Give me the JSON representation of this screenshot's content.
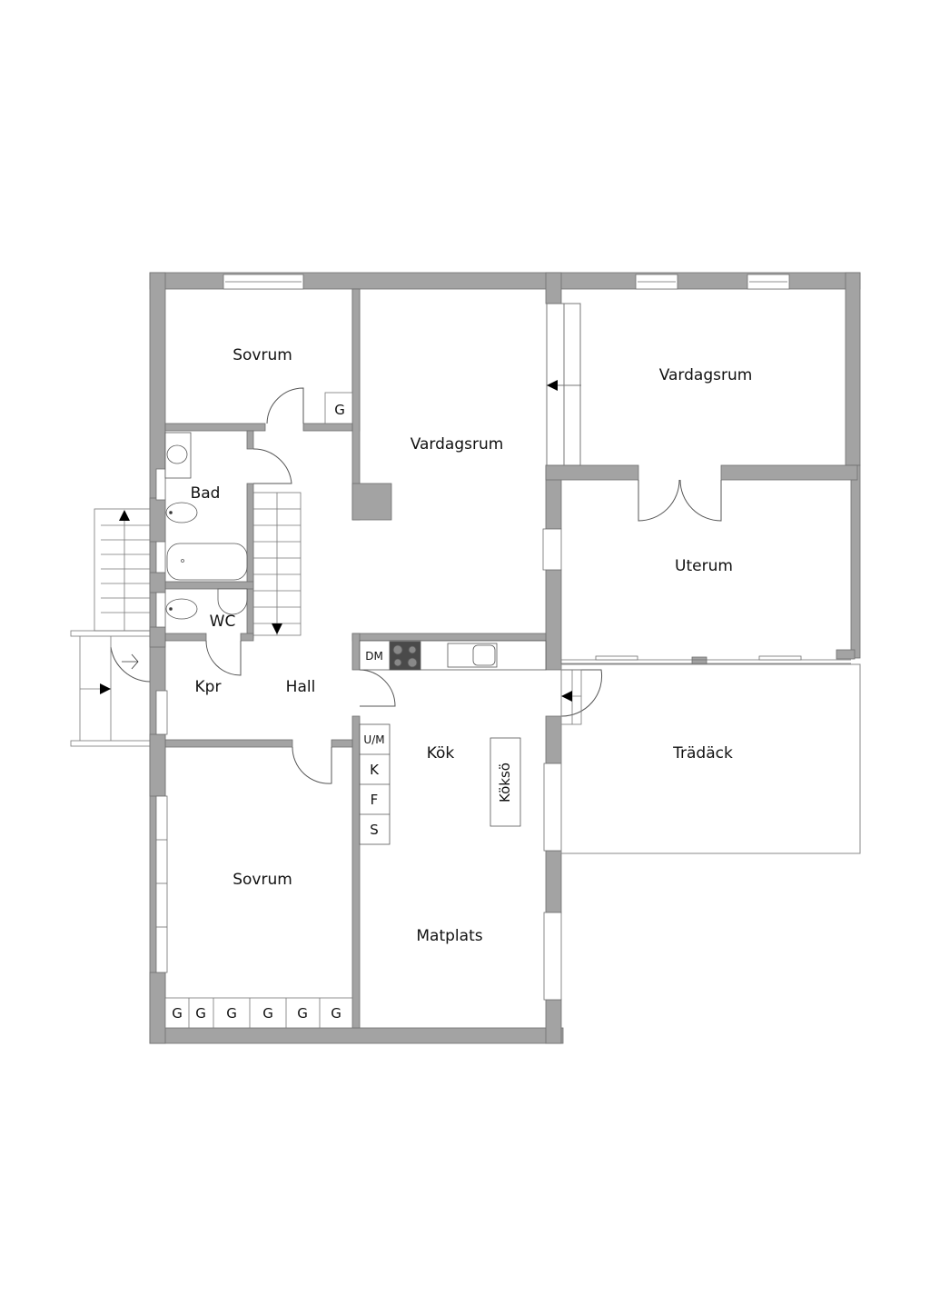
{
  "plan": {
    "colors": {
      "wall": "#a3a3a3",
      "wall_edge": "#6e6e6e",
      "line": "#555555",
      "background": "#ffffff",
      "stove": "#4a4a4a"
    },
    "rooms": [
      {
        "id": "sovrum-north",
        "label": "Sovrum"
      },
      {
        "id": "vardagsrum-center",
        "label": "Vardagsrum"
      },
      {
        "id": "vardagsrum-east",
        "label": "Vardagsrum"
      },
      {
        "id": "uterum",
        "label": "Uterum"
      },
      {
        "id": "bad",
        "label": "Bad"
      },
      {
        "id": "wc",
        "label": "WC"
      },
      {
        "id": "kpr",
        "label": "Kpr"
      },
      {
        "id": "hall",
        "label": "Hall"
      },
      {
        "id": "kok",
        "label": "Kök"
      },
      {
        "id": "tradack",
        "label": "Trädäck"
      },
      {
        "id": "sovrum-south",
        "label": "Sovrum"
      },
      {
        "id": "matplats",
        "label": "Matplats"
      }
    ],
    "fixtures": {
      "wardrobe_north": "G",
      "wardrobes_south": [
        "G",
        "G",
        "G",
        "G",
        "G",
        "G"
      ],
      "dishwasher": "DM",
      "oven_micro": "U/M",
      "fridge": "K",
      "freezer": "F",
      "cabinet": "S",
      "island": "Köksö"
    }
  }
}
